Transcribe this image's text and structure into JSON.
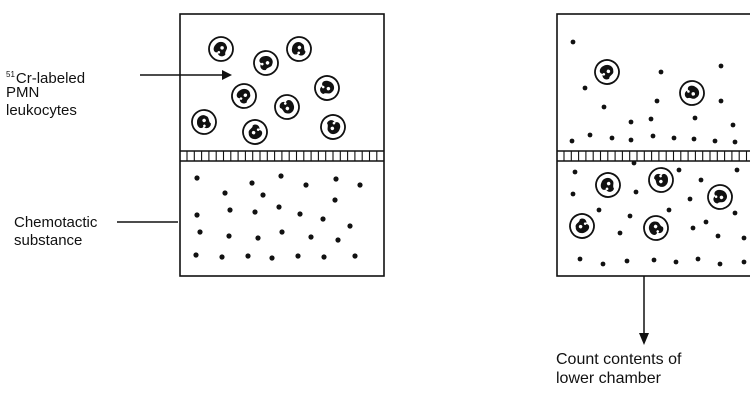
{
  "labels": {
    "isotope_superscript": "51",
    "cr_labeled": "Cr-labeled",
    "pmn": "PMN",
    "leukocytes": "leukocytes",
    "chemotactic": "Chemotactic",
    "substance": "substance",
    "count_line1": "Count contents of",
    "count_line2": "lower chamber"
  },
  "colors": {
    "ink": "#111111",
    "background": "#ffffff"
  }
}
